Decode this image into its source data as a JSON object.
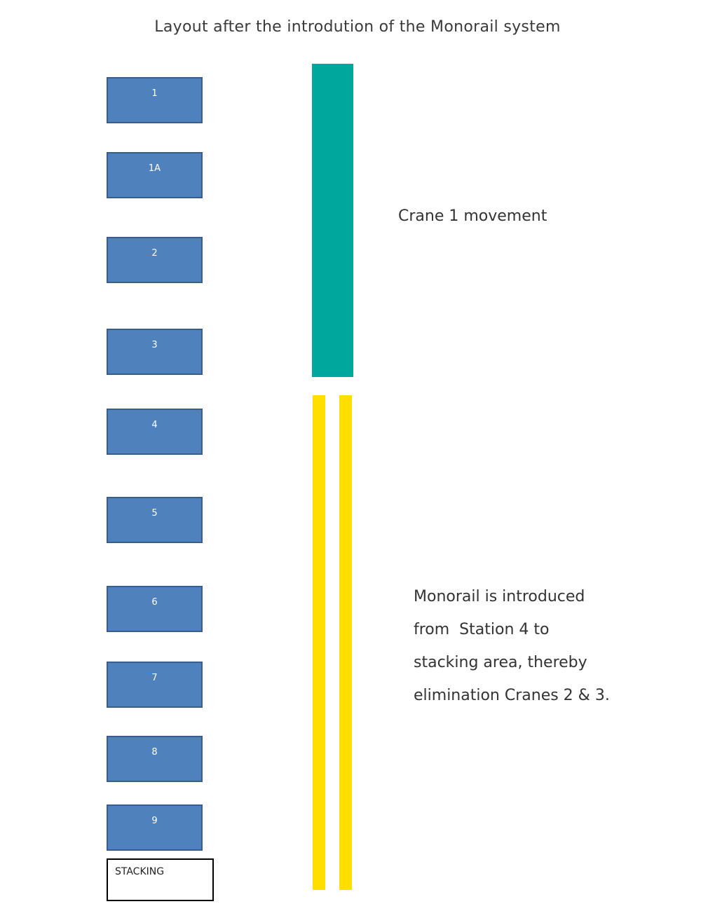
{
  "title": "Layout after the introdution of the Monorail system",
  "stations": [
    "1",
    "1A",
    "2",
    "3",
    "4",
    "5",
    "6",
    "7",
    "8",
    "9"
  ],
  "stacking_label": "STACKING",
  "crane_label": "Crane 1 movement",
  "monorail_note": [
    "Monorail is introduced",
    "from  Station 4 to",
    "stacking area, thereby",
    "elimination Cranes 2 & 3."
  ],
  "colors": {
    "station_fill": "#4f81bd",
    "station_border": "#385d8a",
    "crane_bar": "#00a79d",
    "monorail": "#ffde00"
  }
}
